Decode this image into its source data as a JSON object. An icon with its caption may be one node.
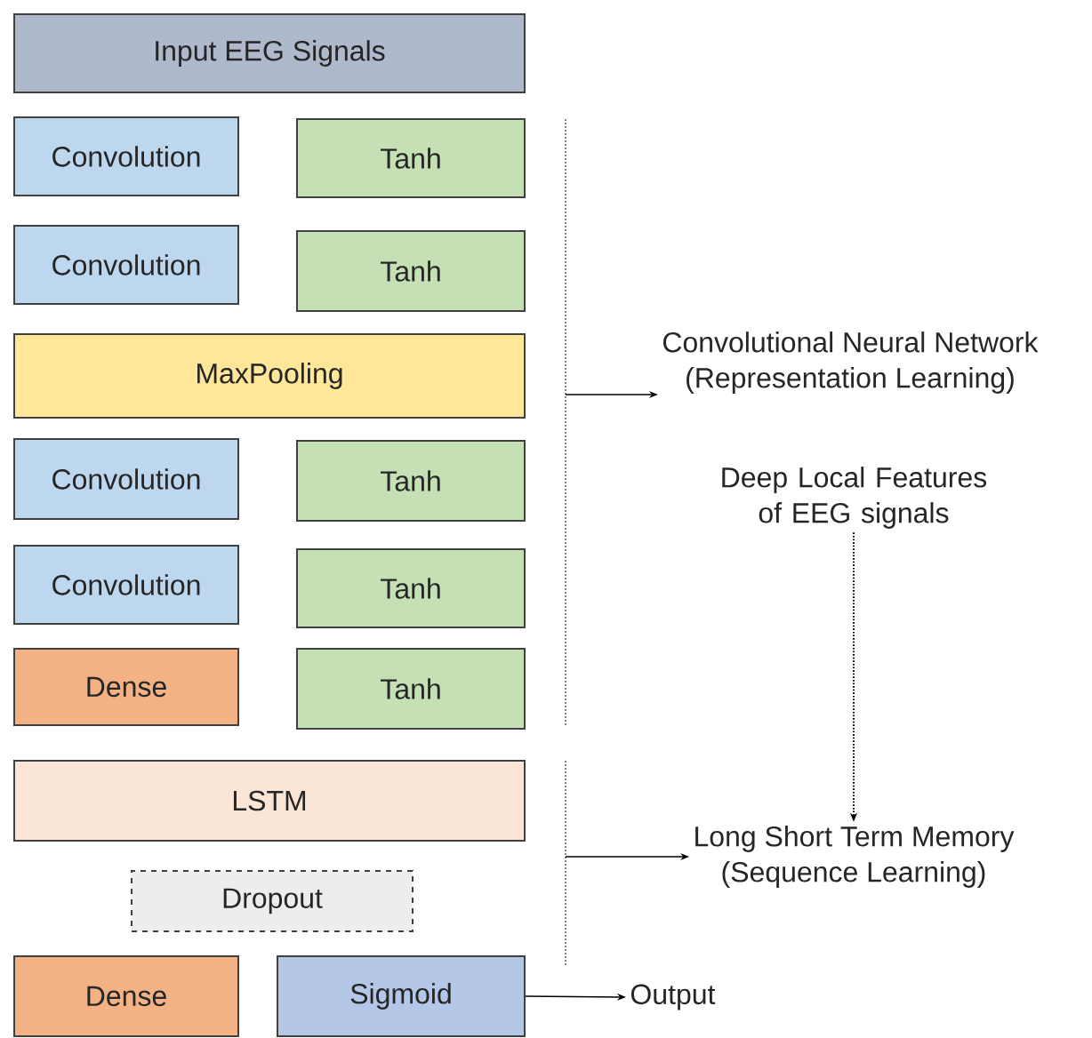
{
  "diagram": {
    "nodes": [
      {
        "text": [
          "Input EEG Signals"
        ]
      },
      {
        "text": [
          "Convolution"
        ]
      },
      {
        "text": [
          "Tanh"
        ]
      },
      {
        "text": [
          "Convolution"
        ]
      },
      {
        "text": [
          "Tanh"
        ]
      },
      {
        "text": [
          "MaxPooling"
        ]
      },
      {
        "text": [
          "Convolution"
        ]
      },
      {
        "text": [
          "Tanh"
        ]
      },
      {
        "text": [
          "Convolution"
        ]
      },
      {
        "text": [
          "Tanh"
        ]
      },
      {
        "text": [
          "Dense"
        ]
      },
      {
        "text": [
          "Tanh"
        ]
      },
      {
        "text": [
          "LSTM"
        ]
      },
      {
        "text": [
          "Dropout"
        ]
      },
      {
        "text": [
          "Dense"
        ]
      },
      {
        "text": [
          "Sigmoid"
        ]
      },
      {
        "text": [
          "Convolutional Neural Network",
          "(Representation Learning)"
        ]
      },
      {
        "text": [
          "Deep Local Features of EEG signals"
        ]
      },
      {
        "text": [
          "Long Short Term Memory",
          "(Sequence Learning)"
        ]
      },
      {
        "text": [
          "Output"
        ]
      }
    ],
    "edges": [
      {
        "from": null,
        "to": 16,
        "arrow": "to"
      },
      {
        "from": 17,
        "to": 18,
        "arrow": "to",
        "style": "dashed"
      },
      {
        "from": null,
        "to": 18,
        "arrow": "to"
      },
      {
        "from": 15,
        "to": 19,
        "arrow": "to"
      }
    ]
  }
}
